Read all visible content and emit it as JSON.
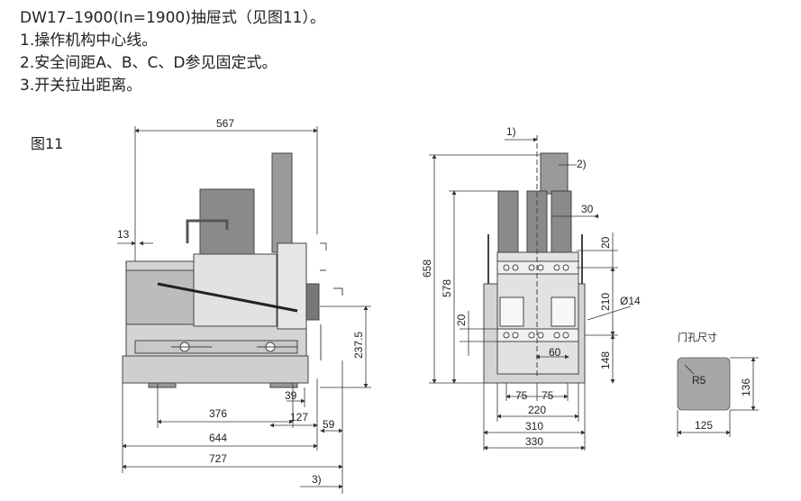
{
  "notes": {
    "title": "DW17–1900(In=1900)抽屉式（见图11）。",
    "n1": "1.操作机构中心线。",
    "n2": "2.安全间距A、B、C、D参见固定式。",
    "n3": "3.开关拉出距离。"
  },
  "figure_label": "图11",
  "side": {
    "d567": "567",
    "d13": "13",
    "d237": "237.5",
    "d39": "39",
    "d376": "376",
    "d127": "127",
    "d59": "59",
    "d644": "644",
    "d727": "727",
    "m3": "3)"
  },
  "front": {
    "m1": "1)",
    "m2": "2)",
    "d30": "30",
    "d658": "658",
    "d578": "578",
    "d20a": "20",
    "d210": "210",
    "d14": "Ø14",
    "d20b": "20",
    "d60": "60",
    "d148": "148",
    "d75a": "75",
    "d75b": "75",
    "d220": "220",
    "d310": "310",
    "d330": "330"
  },
  "cutout": {
    "title": "门孔尺寸",
    "r": "R5",
    "h": "136",
    "w": "125"
  }
}
